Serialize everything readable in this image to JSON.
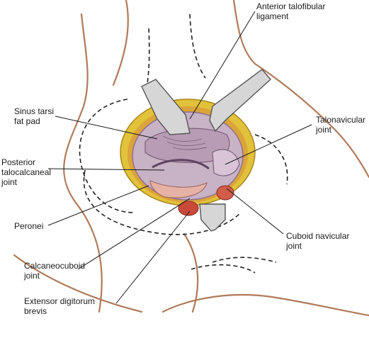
{
  "labels": {
    "anterior_talofibular": [
      "Anterior talofibular",
      "ligament"
    ],
    "sinus_tarsi": [
      "Sinus tarsi",
      "fat pad"
    ],
    "talonavicular": [
      "Talonavicular",
      "joint"
    ],
    "posterior_talocalcaneal": [
      "Posterior",
      "talocalcaneal",
      "joint"
    ],
    "peronei": [
      "Peronei"
    ],
    "cuboid_navicular": [
      "Cuboid navicular",
      "joint"
    ],
    "calcaneocuboid": [
      "Calcaneocuboid",
      "joint"
    ],
    "extensor_digitorum": [
      "Extensor digitorum",
      "brevis"
    ]
  },
  "colors": {
    "skin_outline": "#b07a5a",
    "tissue": "#c8b2c6",
    "tissue_dark": "#8f6f8e",
    "fat": "#e2c23a",
    "retractor": "#d6d6d6",
    "wound_rim": "#c94a3a",
    "leader_line": "#1a1a1a"
  }
}
